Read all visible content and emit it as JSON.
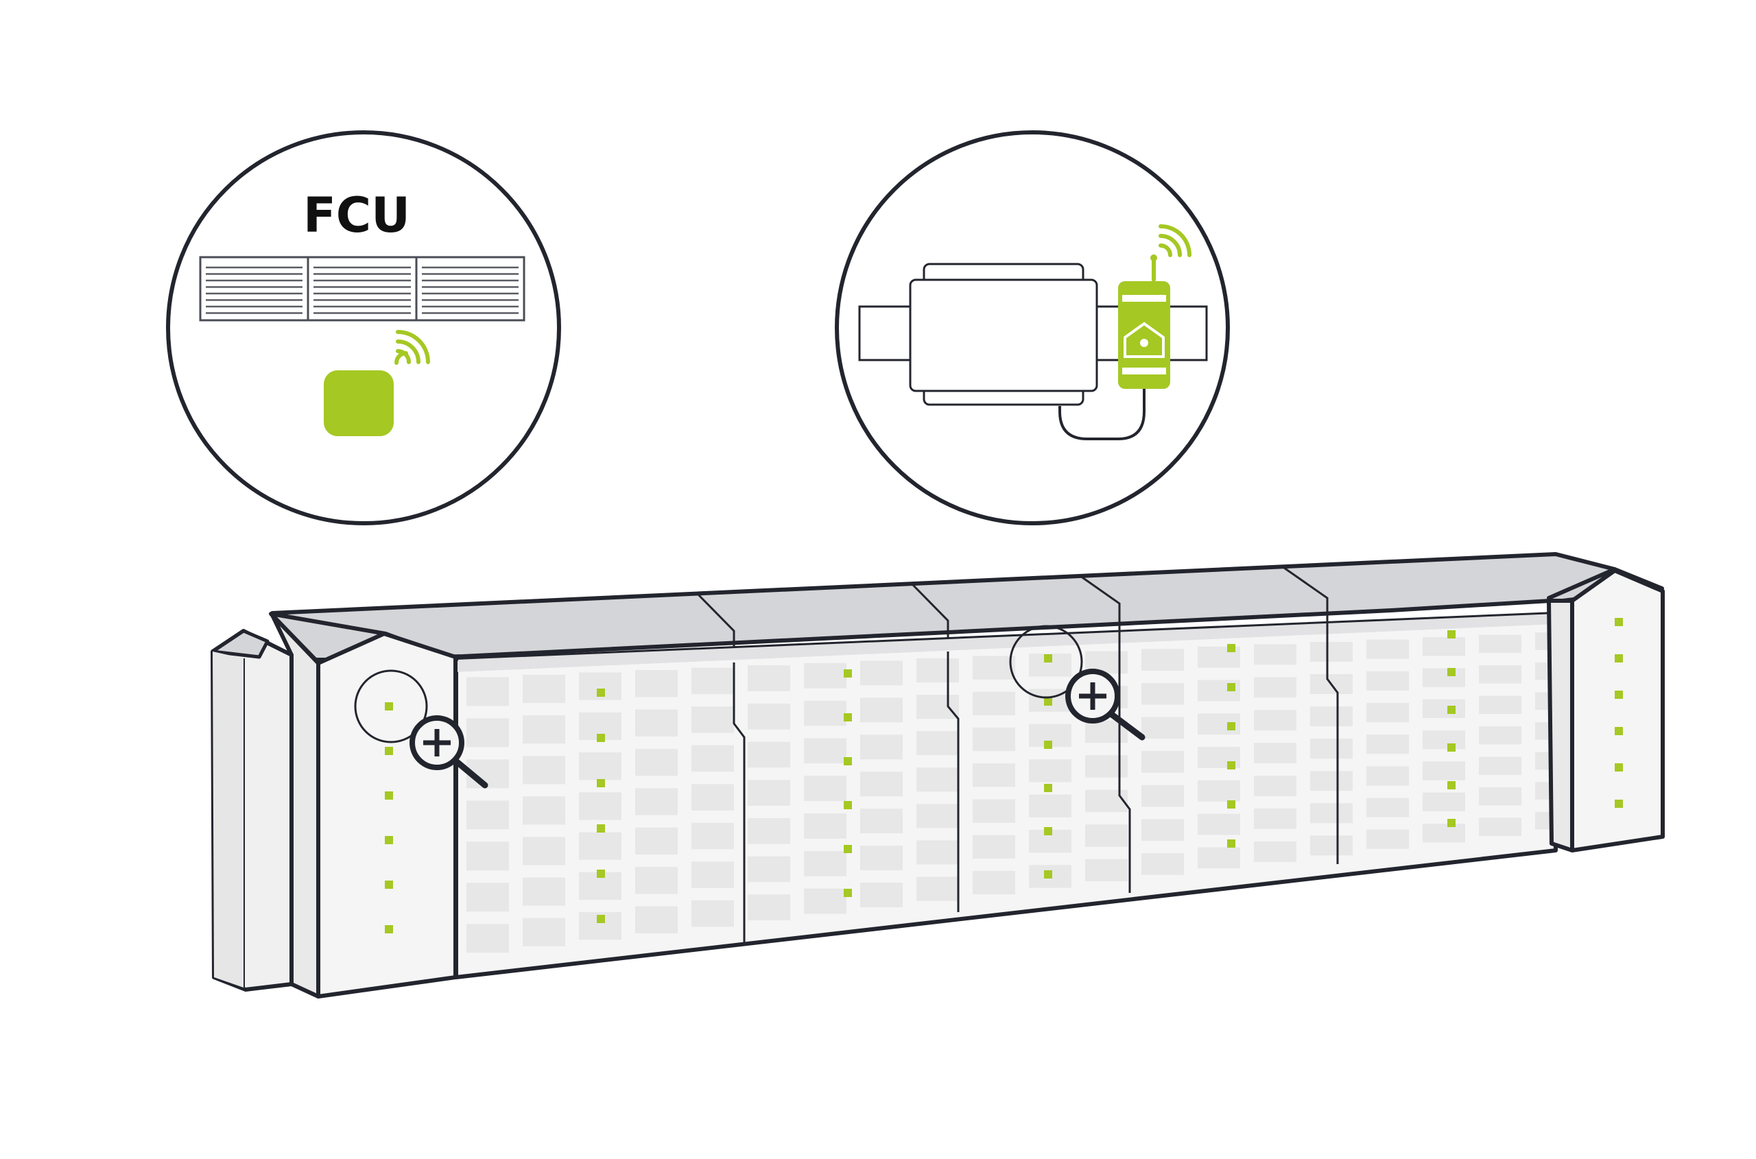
{
  "callouts": {
    "left": {
      "title": "FCU",
      "icon": "fan-coil-unit-with-wireless-sensor"
    },
    "right": {
      "icon": "duct-unit-with-wireless-controller"
    }
  },
  "building": {
    "sensor_icon": "green-sensor-dot",
    "zoom_icon": "zoom-in-magnifier-icon"
  },
  "colors": {
    "accent": "#a5c823",
    "ink": "#23252e",
    "callout_fill": "#f3f3f3",
    "roof": "#d4d5d8",
    "wall": "#f5f5f5",
    "window": "#e7e7e7"
  }
}
